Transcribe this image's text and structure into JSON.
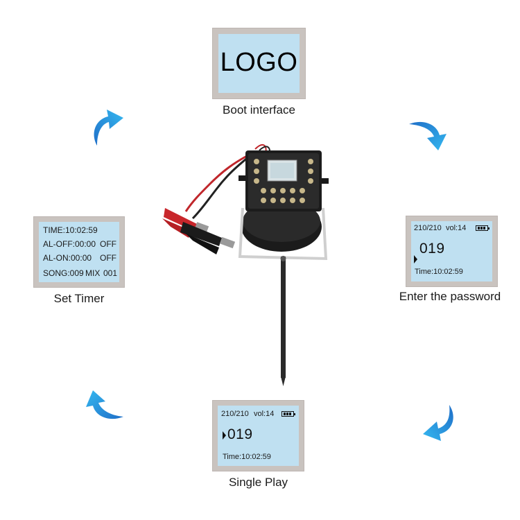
{
  "boot": {
    "logo": "LOGO",
    "caption": "Boot interface"
  },
  "timer": {
    "lines": [
      "TIME:10:02:59",
      "AL-OFF:00:00",
      "OFF",
      "AL-ON:00:00",
      "OFF",
      "SONG:009",
      "MIX",
      "001"
    ],
    "caption": "Set Timer"
  },
  "password": {
    "status": "210/210",
    "vol": "vol:14",
    "number": "019",
    "time": "Time:10:02:59",
    "caption": "Enter the password"
  },
  "single": {
    "status": "210/210",
    "vol": "vol:14",
    "number": "019",
    "time": "Time:10:02:59",
    "caption": "Single Play"
  },
  "colors": {
    "arrow": "#2f8fe0",
    "lcd": "#bfe0f1",
    "frame": "#c9c3bf"
  }
}
